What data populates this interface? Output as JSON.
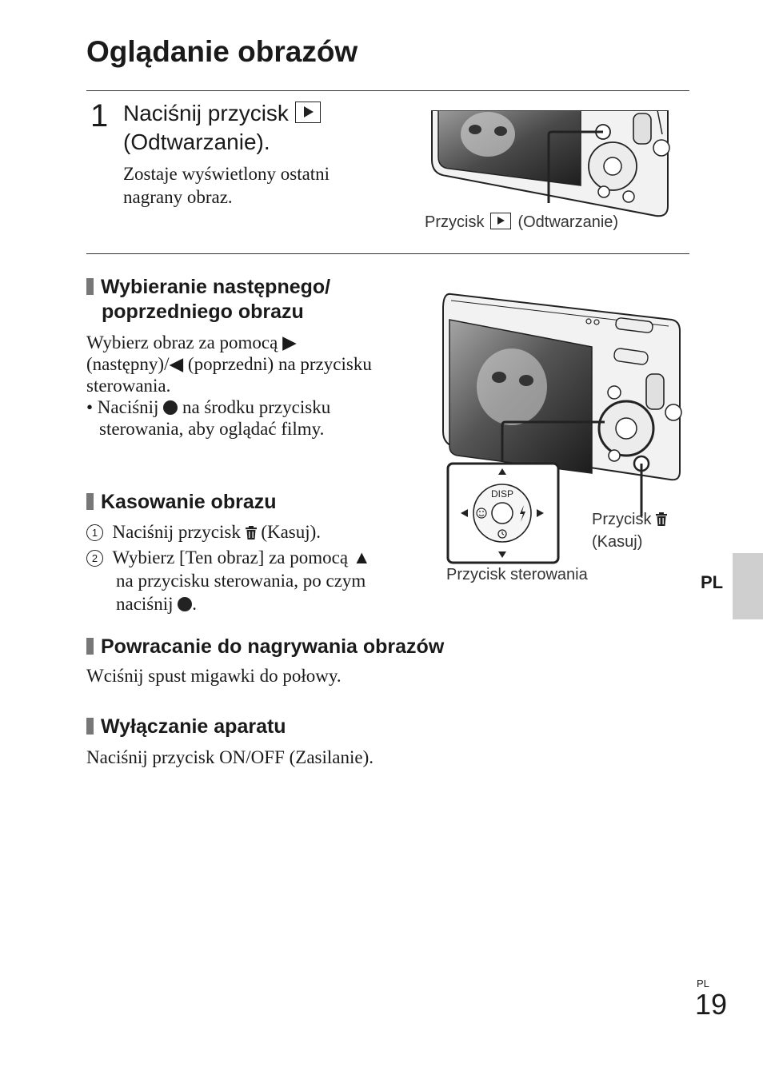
{
  "title": "Oglądanie obrazów",
  "step1": {
    "number": "1",
    "heading_line1": "Naciśnij przycisk",
    "heading_line2": "(Odtwarzanie).",
    "description": "Zostaje wyświetlony ostatni nagrany obraz.",
    "caption_prefix": "Przycisk",
    "caption_suffix": "(Odtwarzanie)"
  },
  "section_next_prev": {
    "heading_line1": "Wybieranie następnego/",
    "heading_line2": "poprzedniego obrazu",
    "line1": "Wybierz obraz za pomocą ▶",
    "line2": "(następny)/◀ (poprzedni) na przycisku",
    "line3": "sterowania.",
    "bullet_a": "• Naciśnij",
    "bullet_b": "na środku przycisku",
    "bullet_line2": "sterowania, aby oglądać filmy."
  },
  "section_delete": {
    "heading": "Kasowanie obrazu",
    "item1_num": "1",
    "item1_a": "Naciśnij przycisk",
    "item1_b": "(Kasuj).",
    "item2_num": "2",
    "item2_line1": "Wybierz [Ten obraz] za pomocą ▲",
    "item2_line2": "na przycisku sterowania, po czym",
    "item2_line3": "naciśnij",
    "item2_end": "."
  },
  "section_return": {
    "heading": "Powracanie do nagrywania obrazów",
    "text": "Wciśnij spust migawki do połowy."
  },
  "section_off": {
    "heading": "Wyłączanie aparatu",
    "text": "Naciśnij przycisk ON/OFF (Zasilanie)."
  },
  "figure2": {
    "disp_label": "DISP",
    "delete_caption_line1": "Przycisk",
    "delete_caption_line2": "(Kasuj)",
    "control_caption": "Przycisk sterowania"
  },
  "side_tab": "PL",
  "footer": {
    "lang": "PL",
    "page": "19"
  },
  "colors": {
    "text": "#1a1a1a",
    "tab_gray": "#cfcfcf",
    "heading_marker": "#777777"
  }
}
